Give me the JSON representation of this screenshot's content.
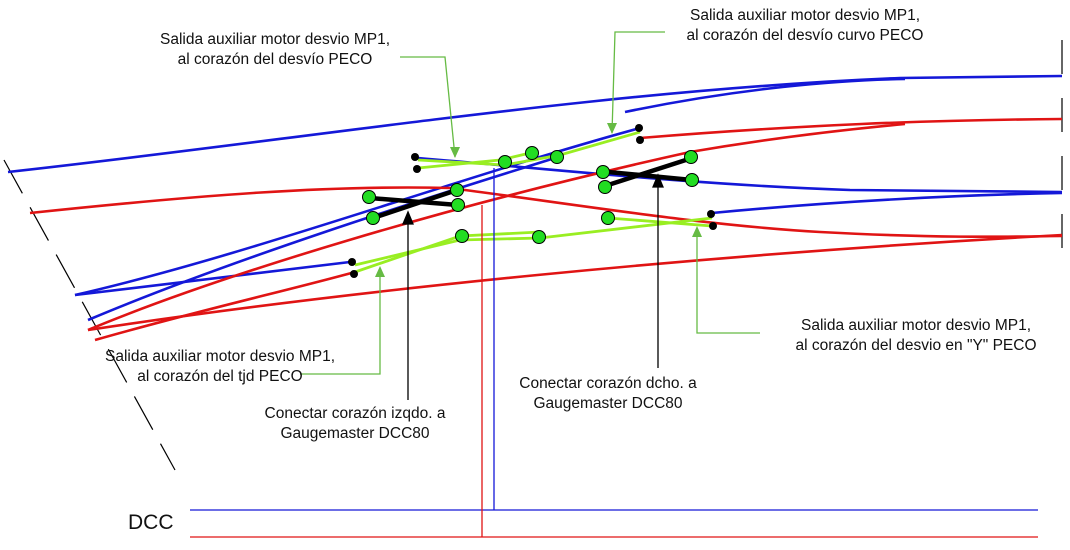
{
  "colors": {
    "rail_blue": "#1418d8",
    "rail_red": "#e01414",
    "frog_green": "#99ee22",
    "callout_green": "#66bb44",
    "dot_fill": "#22dd22",
    "bar_black": "#000000"
  },
  "labels": {
    "peco_left": [
      "Salida auxiliar motor desvio MP1,",
      "al corazón del desvío PECO"
    ],
    "peco_curve": [
      "Salida auxiliar motor desvio MP1,",
      "al corazón del desvío curvo PECO"
    ],
    "peco_y": [
      "Salida auxiliar motor desvio MP1,",
      "al corazón del desvio en \"Y\" PECO"
    ],
    "tjd": [
      "Salida auxiliar motor desvio MP1,",
      "al corazón del tjd PECO"
    ],
    "frog_left": [
      "Conectar corazón izqdo. a",
      "Gaugemaster DCC80"
    ],
    "frog_right": [
      "Conectar corazón dcho. a",
      "Gaugemaster DCC80"
    ],
    "bus": "DCC"
  },
  "icons": {
    "connection_point": "green-circle",
    "rail_break": "black-dot"
  }
}
